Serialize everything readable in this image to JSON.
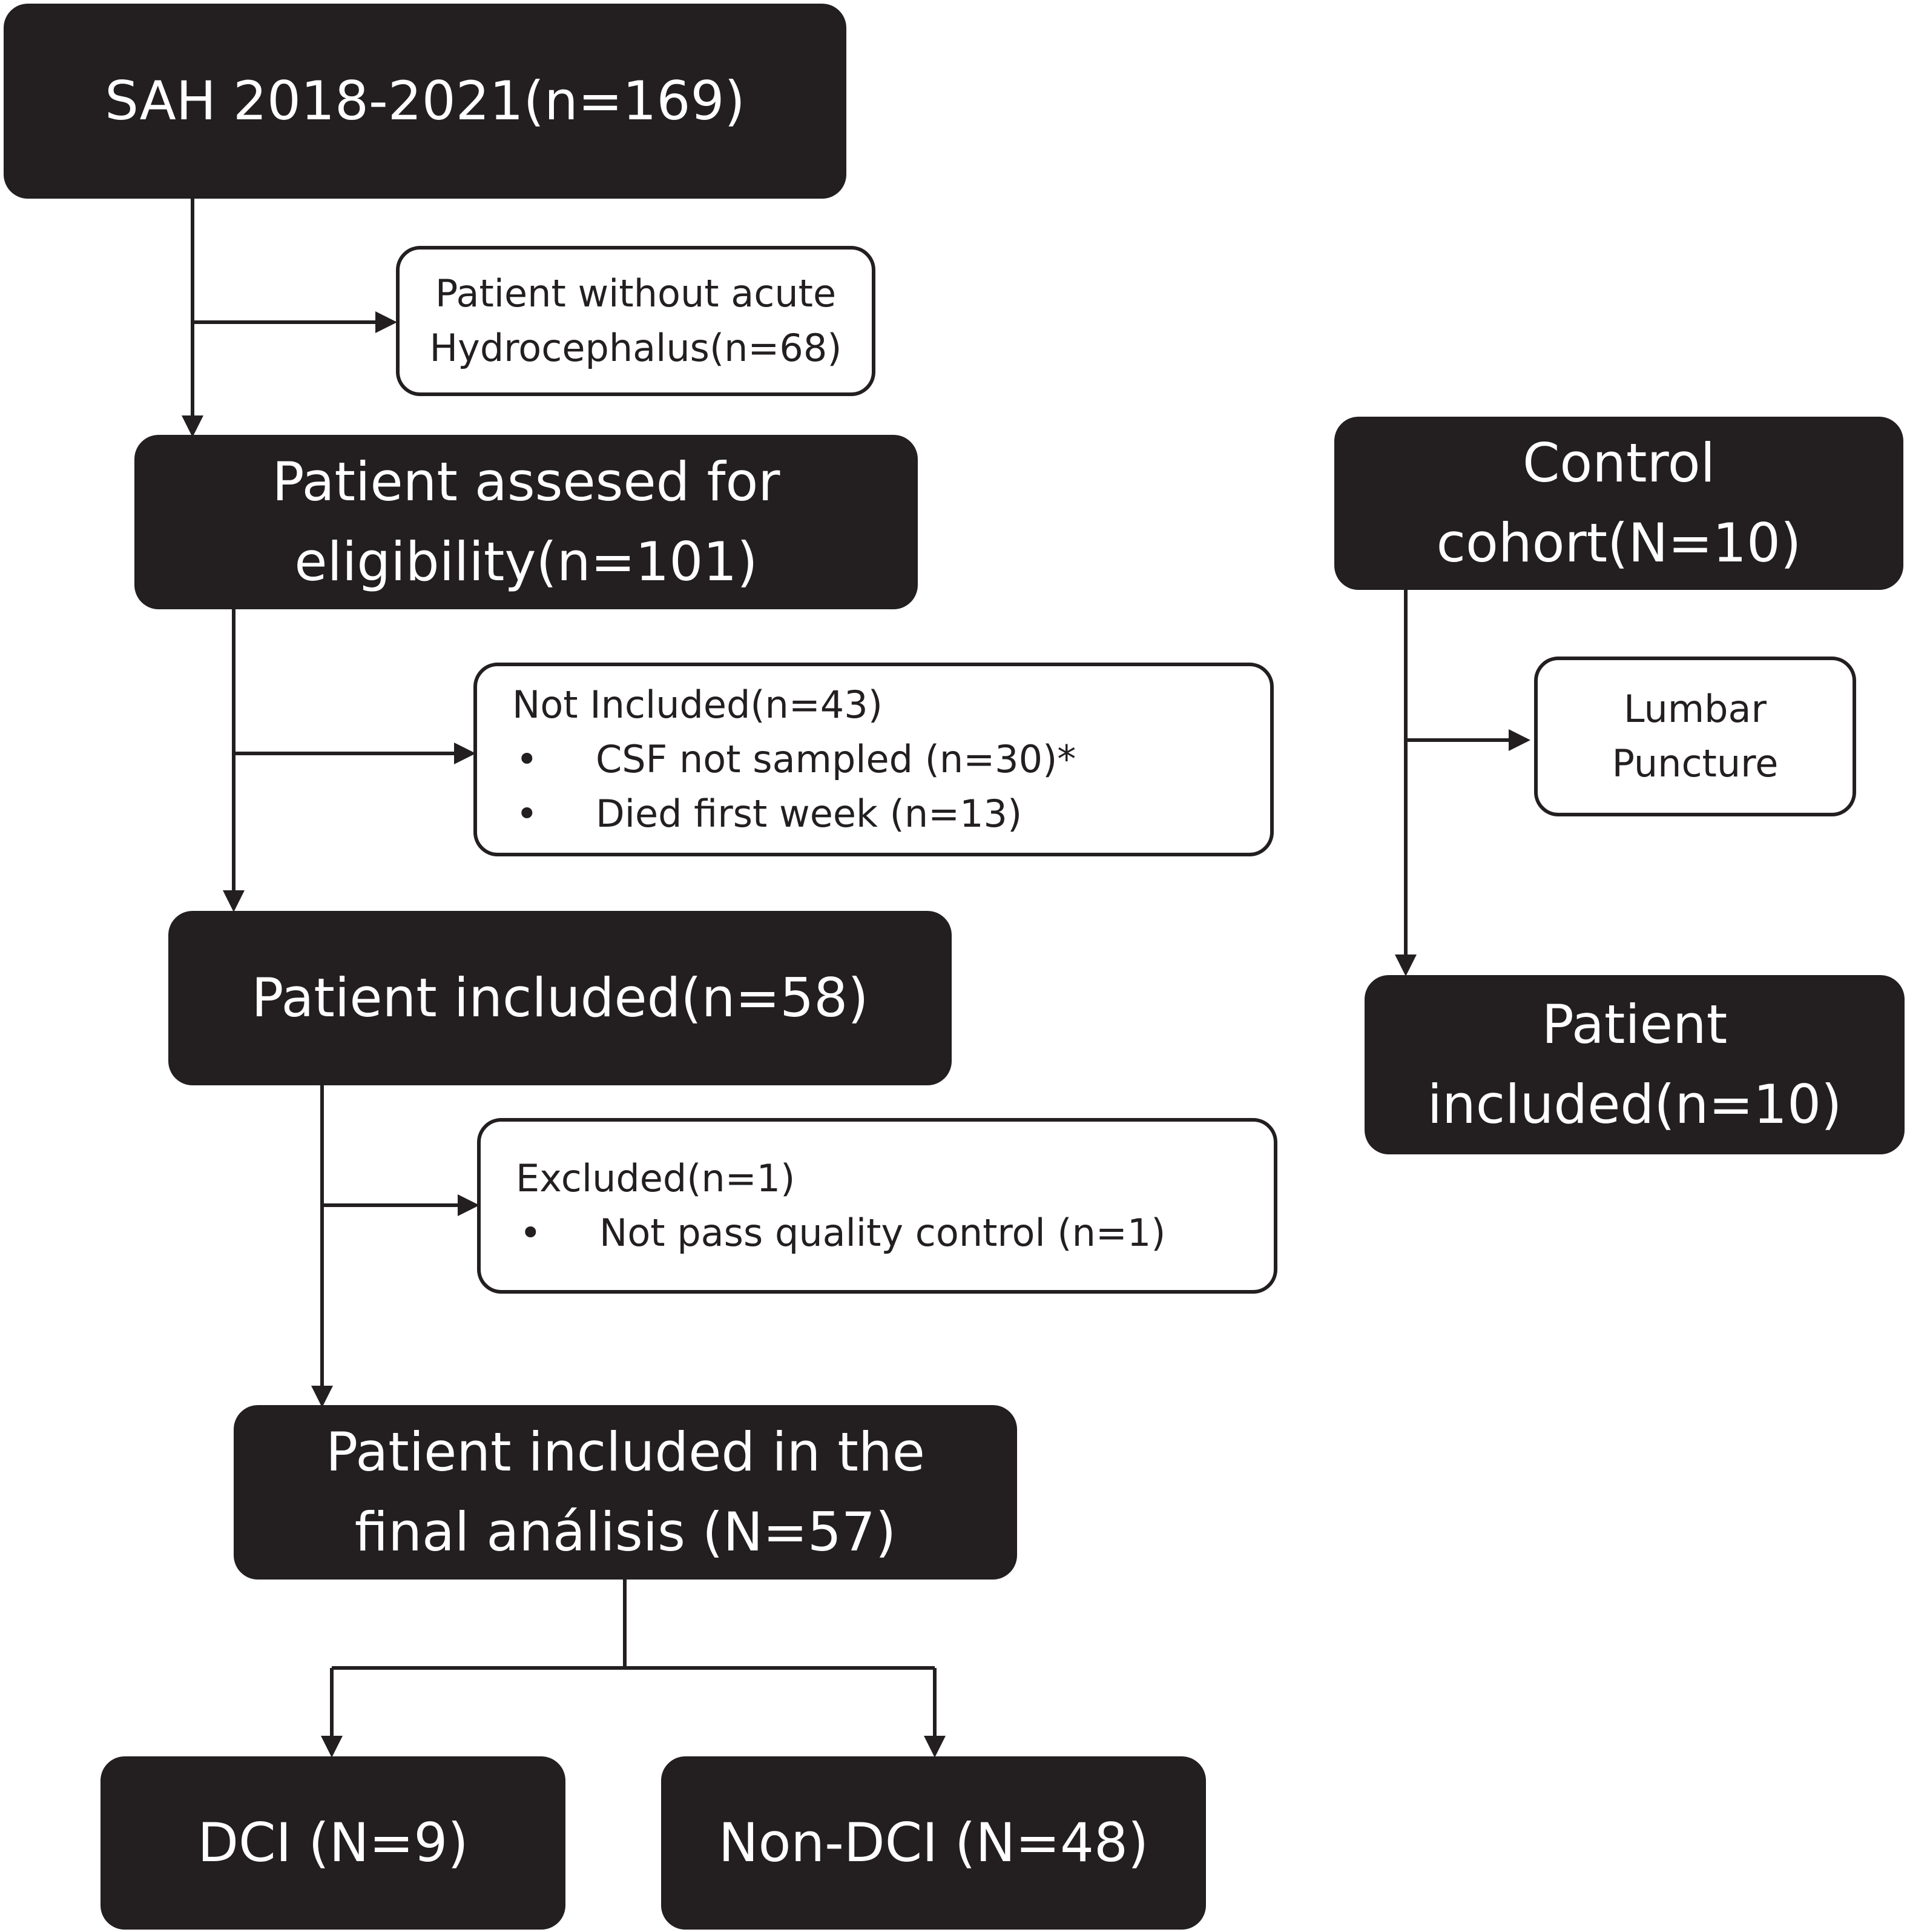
{
  "nodes": {
    "sah": {
      "lines": [
        "SAH 2018-2021(n=169)"
      ]
    },
    "no_hydro": {
      "lines": [
        "Patient without acute",
        "Hydrocephalus(n=68)"
      ]
    },
    "assessed": {
      "lines": [
        "Patient assesed for",
        "eligibility(n=101)"
      ]
    },
    "not_included": {
      "title": "Not Included(n=43)",
      "bullets": [
        "CSF not sampled (n=30)*",
        "Died first week (n=13)"
      ]
    },
    "included_58": {
      "lines": [
        "Patient included(n=58)"
      ]
    },
    "excluded": {
      "title": "Excluded(n=1)",
      "bullets": [
        "Not pass quality control (n=1)"
      ]
    },
    "final": {
      "lines": [
        "Patient included in the",
        "final análisis (N=57)"
      ]
    },
    "dci": {
      "lines": [
        "DCI (N=9)"
      ]
    },
    "non_dci": {
      "lines": [
        "Non-DCI (N=48)"
      ]
    },
    "control": {
      "lines": [
        "Control",
        "cohort(N=10)"
      ]
    },
    "lumbar": {
      "lines": [
        "Lumbar",
        "Puncture"
      ]
    },
    "control_included": {
      "lines": [
        "Patient",
        "included(n=10)"
      ]
    }
  },
  "bullet_glyph": "•",
  "colors": {
    "dark_box": "#231f20",
    "dark_text": "#ffffff",
    "light_border": "#231f20",
    "arrow": "#231f20"
  }
}
